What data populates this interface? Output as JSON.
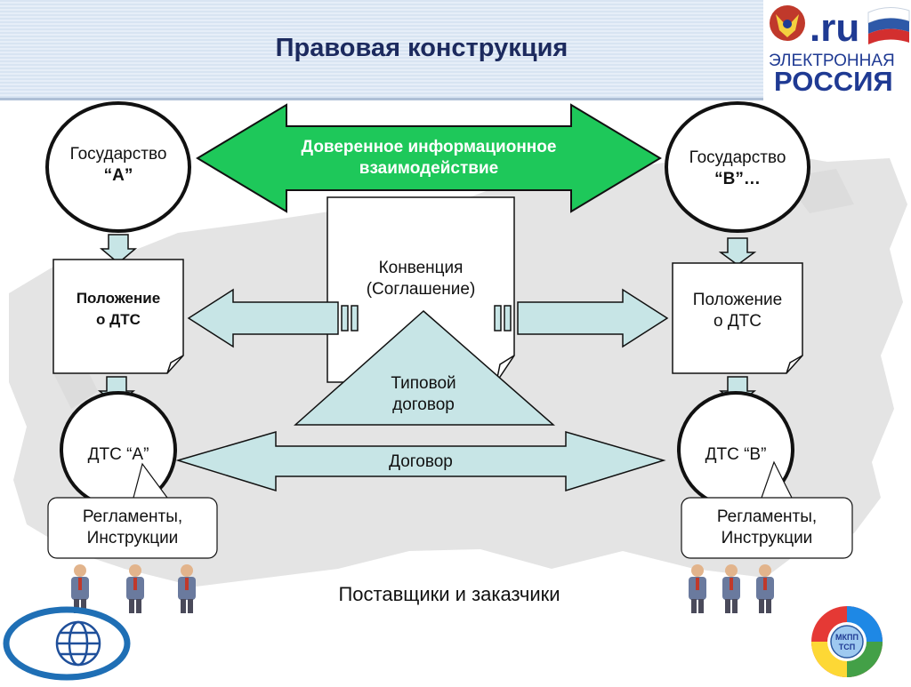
{
  "title": "Правовая конструкция",
  "logo_top_right": {
    "domain": ".ru",
    "line1": "ЭЛЕКТРОННАЯ",
    "line2": "РОССИЯ"
  },
  "logo_bottom_right": {
    "text1": "МКПП",
    "text2": "ТСП"
  },
  "green_arrow": {
    "line1": "Доверенное информационное",
    "line2": "взаимодействие"
  },
  "state_a": {
    "line1": "Государство",
    "line2": "“А”"
  },
  "state_b": {
    "line1": "Государство",
    "line2": "“В”…"
  },
  "position_a": {
    "line1": "Положение",
    "line2": "о ДТС"
  },
  "position_b": {
    "line1": "Положение",
    "line2": "о ДТС"
  },
  "convention": {
    "line1": "Конвенция",
    "line2": "(Соглашение)"
  },
  "typical_contract": {
    "line1": "Типовой",
    "line2": "договор"
  },
  "dts_a": "ДТС “А”",
  "dts_b": "ДТС “В”",
  "contract": "Договор",
  "regulations_a": {
    "line1": "Регламенты,",
    "line2": "Инструкции"
  },
  "regulations_b": {
    "line1": "Регламенты,",
    "line2": "Инструкции"
  },
  "caption": "Поставщики и заказчики",
  "colors": {
    "title": "#1c2a5e",
    "green": "#1ec85a",
    "light_blue": "#c7e5e6",
    "outline": "#111111",
    "map": "#e3e3e3"
  }
}
